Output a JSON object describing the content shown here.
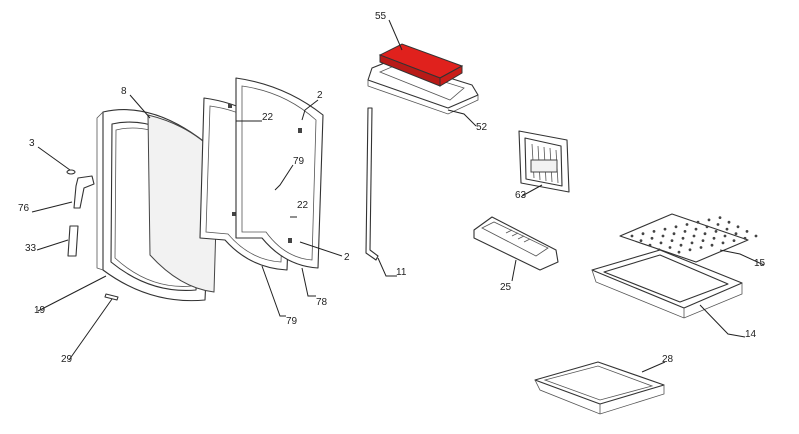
{
  "highlight_color": "#e0211d",
  "part_numbers": {
    "p2a": "2",
    "p2b": "2",
    "p3": "3",
    "p8": "8",
    "p11": "11",
    "p14": "14",
    "p15": "15",
    "p19": "19",
    "p22a": "22",
    "p22b": "22",
    "p25": "25",
    "p28": "28",
    "p29": "29",
    "p33": "33",
    "p52": "52",
    "p55": "55",
    "p63": "63",
    "p76": "76",
    "p78": "78",
    "p79a": "79",
    "p79b": "79"
  }
}
